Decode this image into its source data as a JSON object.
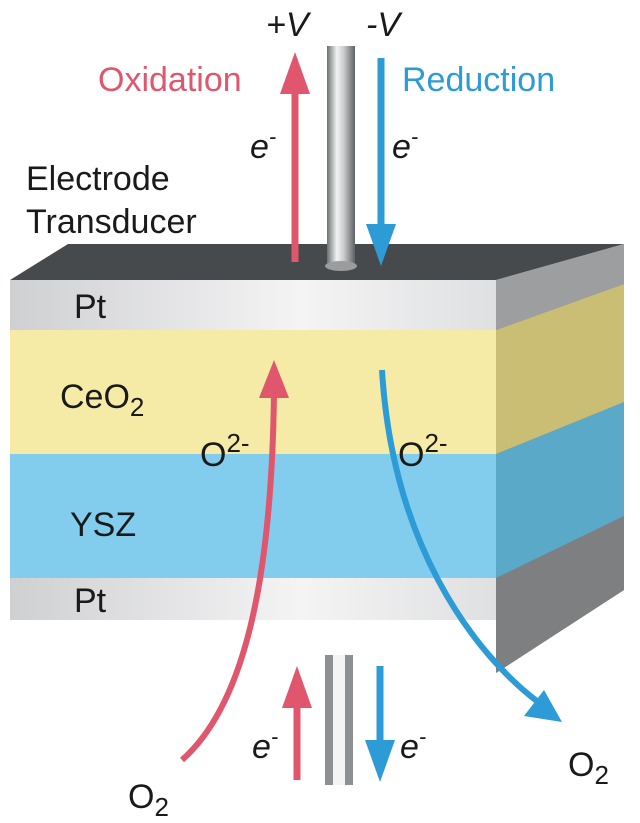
{
  "top": {
    "plus_v": "+V",
    "minus_v": "-V",
    "oxidation": "Oxidation",
    "reduction": "Reduction",
    "electron_left": "e",
    "electron_right": "e",
    "electron_sup": "-",
    "electrode_line1": "Electrode",
    "electrode_line2": "Transducer"
  },
  "layers": {
    "pt_top": "Pt",
    "ceo2": "CeO",
    "ceo2_sub": "2",
    "ysz": "YSZ",
    "pt_bottom": "Pt"
  },
  "ions": {
    "left": "O",
    "right": "O",
    "sup": "2-"
  },
  "bottom": {
    "electron_left": "e",
    "electron_right": "e",
    "electron_sup": "-",
    "o2_left": "O",
    "o2_right": "O",
    "o2_sub": "2"
  },
  "colors": {
    "oxidation": "#e0566c",
    "reduction": "#2c9bd6",
    "pt": "#d9dadc",
    "ceo2": "#f5eba6",
    "ysz": "#82cdee",
    "top_face": "#474a4c"
  }
}
